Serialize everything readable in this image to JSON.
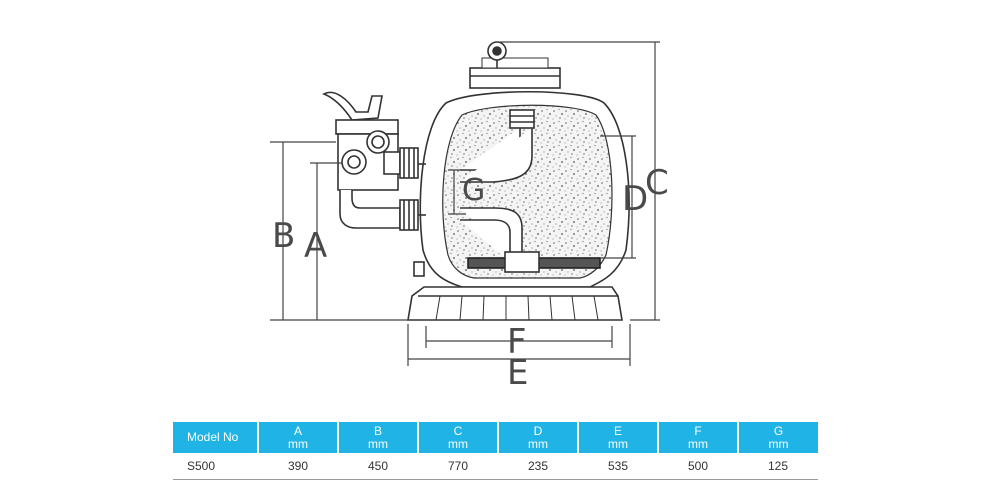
{
  "diagram": {
    "dimension_labels": {
      "a": "A",
      "b": "B",
      "c": "C",
      "d": "D",
      "e": "E",
      "f": "F",
      "g": "G"
    }
  },
  "spec_table": {
    "headers": [
      {
        "name": "Model No",
        "unit": ""
      },
      {
        "name": "A",
        "unit": "mm"
      },
      {
        "name": "B",
        "unit": "mm"
      },
      {
        "name": "C",
        "unit": "mm"
      },
      {
        "name": "D",
        "unit": "mm"
      },
      {
        "name": "E",
        "unit": "mm"
      },
      {
        "name": "F",
        "unit": "mm"
      },
      {
        "name": "G",
        "unit": "mm"
      }
    ],
    "rows": [
      [
        "S500",
        "390",
        "450",
        "770",
        "235",
        "535",
        "500",
        "125"
      ]
    ],
    "header_color": "#1fb3e6"
  }
}
